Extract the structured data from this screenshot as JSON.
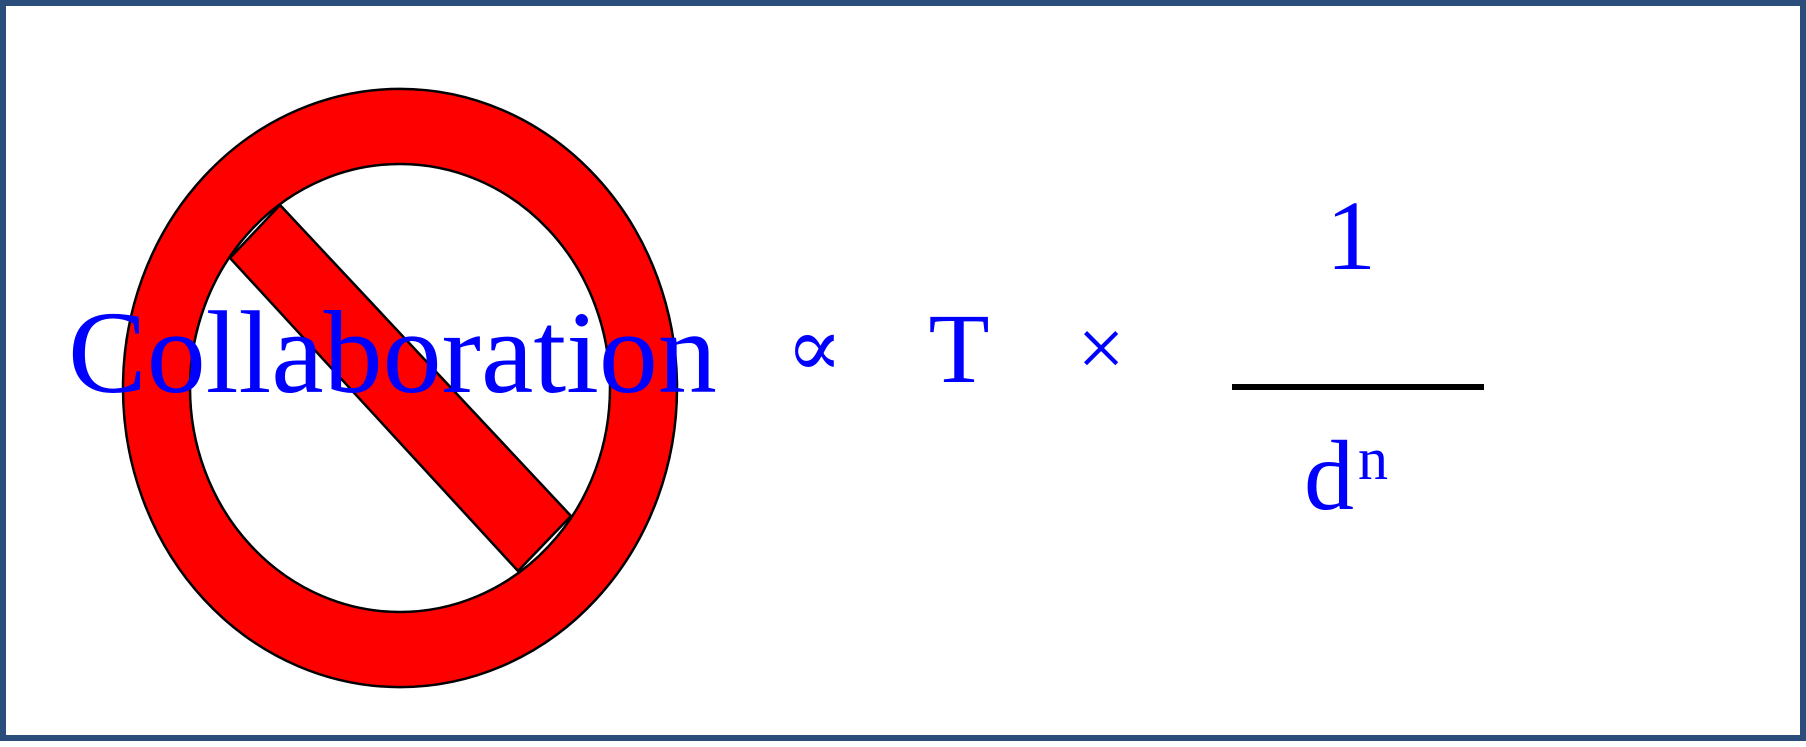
{
  "equation": {
    "lhs": "Collaboration",
    "proportional": "∝",
    "factor": "T",
    "times": "×",
    "numerator": "1",
    "denominator_base": "d",
    "denominator_exponent": "n"
  },
  "colors": {
    "text": "#0000ff",
    "prohibition_fill": "#ff0000",
    "prohibition_stroke": "#000000",
    "frame_border": "#2a4d7c",
    "fraction_bar": "#000000"
  },
  "icons": {
    "prohibition": "no-symbol-icon"
  }
}
